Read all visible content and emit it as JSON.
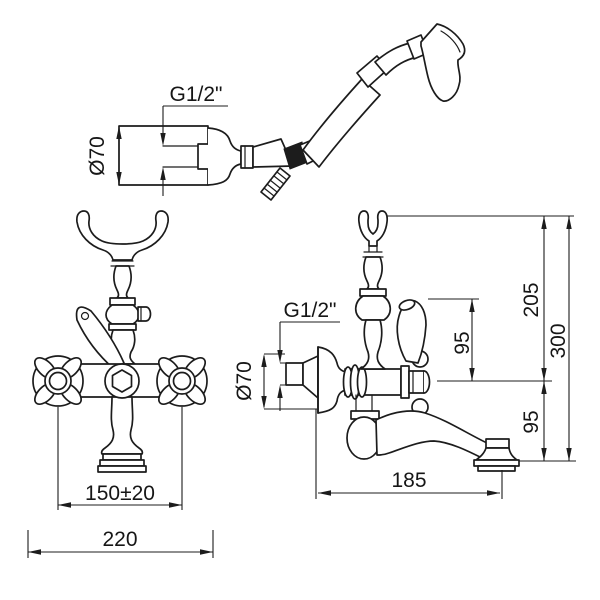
{
  "drawing": {
    "background": "#ffffff",
    "line_color": "#1c1c1c",
    "holder_detail": {
      "thread_label": "G1/2\"",
      "diameter_label": "Ø70"
    },
    "front_view": {
      "handle_spacing_label": "150±20",
      "overall_width_label": "220"
    },
    "side_view": {
      "thread_label": "G1/2\"",
      "escutcheon_diameter_label": "Ø70",
      "lever_height_label": "95",
      "cradle_height_label": "205",
      "overall_height_label": "300",
      "spout_drop_label": "95",
      "spout_reach_label": "185"
    }
  }
}
